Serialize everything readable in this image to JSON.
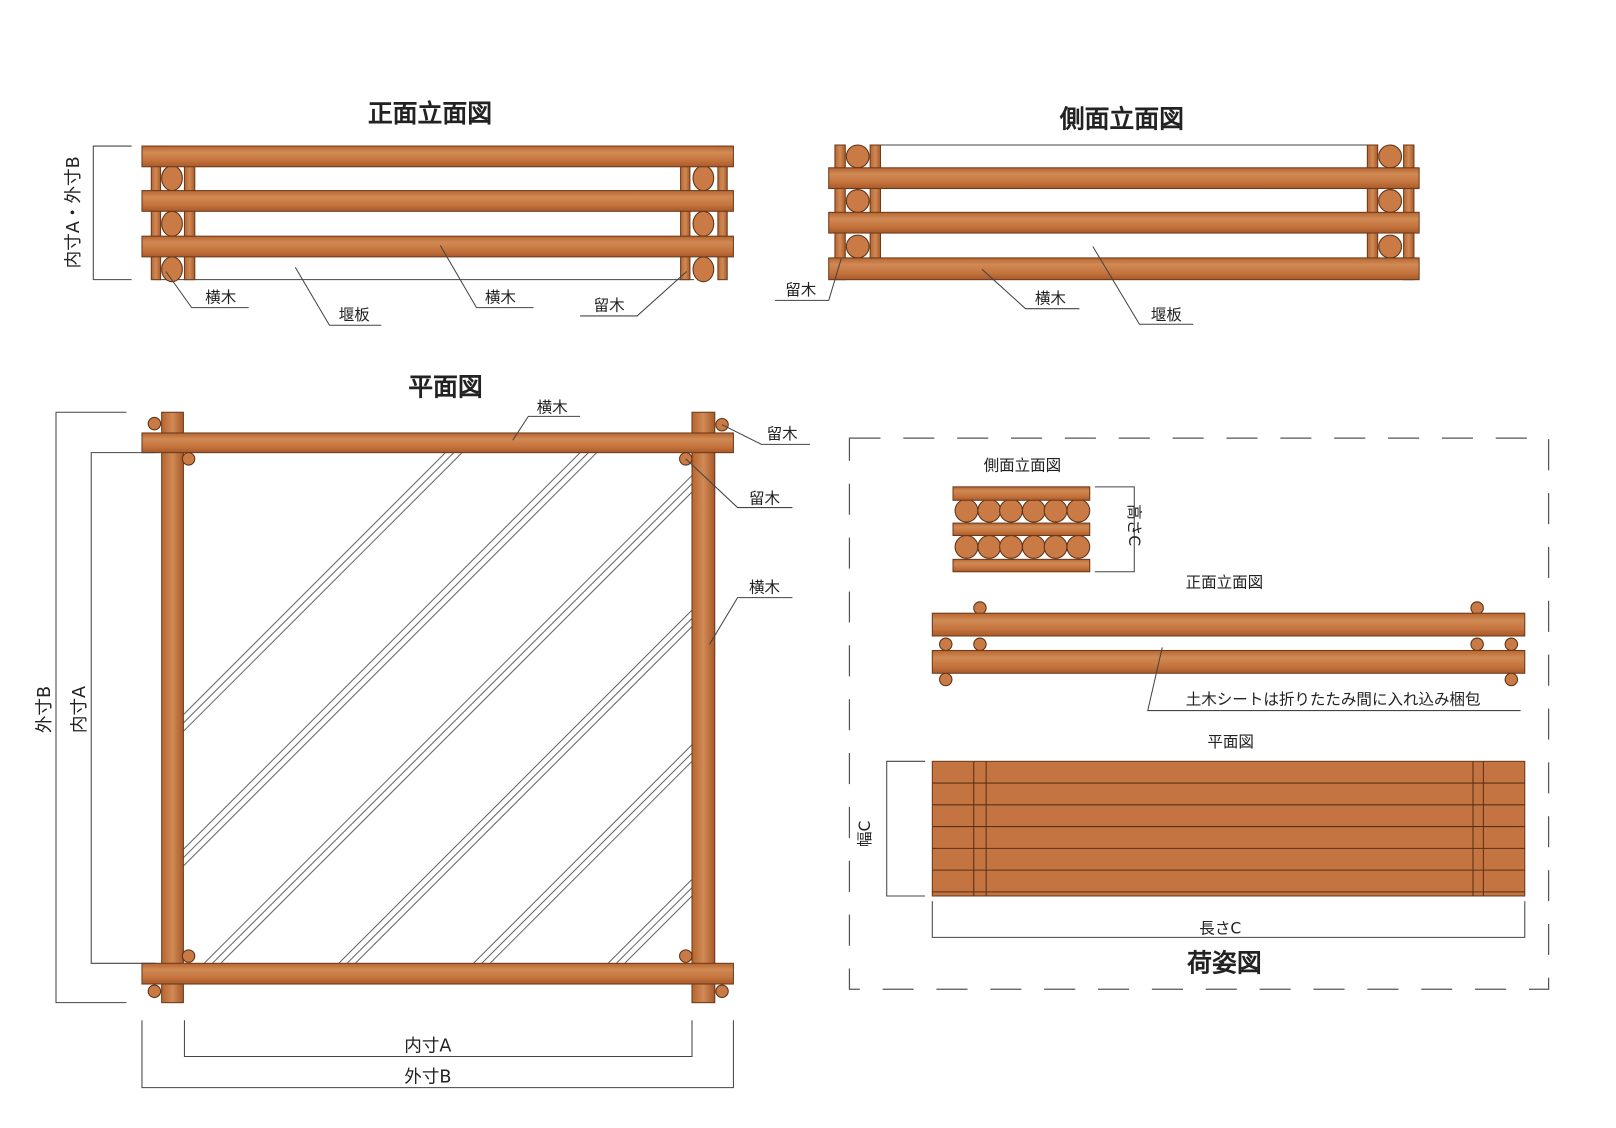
{
  "front_elevation": {
    "title": "正面立面図",
    "dimension": "内寸A・外寸B",
    "labels": {
      "rail_left": "横木",
      "weir_board": "堰板",
      "rail_center": "横木",
      "stopper": "留木"
    }
  },
  "side_elevation": {
    "title": "側面立面図",
    "labels": {
      "stopper": "留木",
      "rail": "横木",
      "weir_board": "堰板"
    }
  },
  "plan_view": {
    "title": "平面図",
    "labels": {
      "rail_top": "横木",
      "stopper_top": "留木",
      "stopper_inner": "留木",
      "rail_right": "横木"
    },
    "dimensions": {
      "outer_vertical": "外寸B",
      "inner_vertical": "内寸A",
      "inner_horizontal": "内寸A",
      "outer_horizontal": "外寸B"
    }
  },
  "packing_view": {
    "title": "荷姿図",
    "side_title": "側面立面図",
    "height_dim": "高さC",
    "front_title": "正面立面図",
    "note": "土木シートは折りたたみ間に入れ込み梱包",
    "plan_title": "平面図",
    "width_dim": "幅C",
    "length_dim": "長さC"
  },
  "colors": {
    "wood": "#c8763f",
    "wood_dark": "#a85a2a",
    "line": "#444444"
  }
}
